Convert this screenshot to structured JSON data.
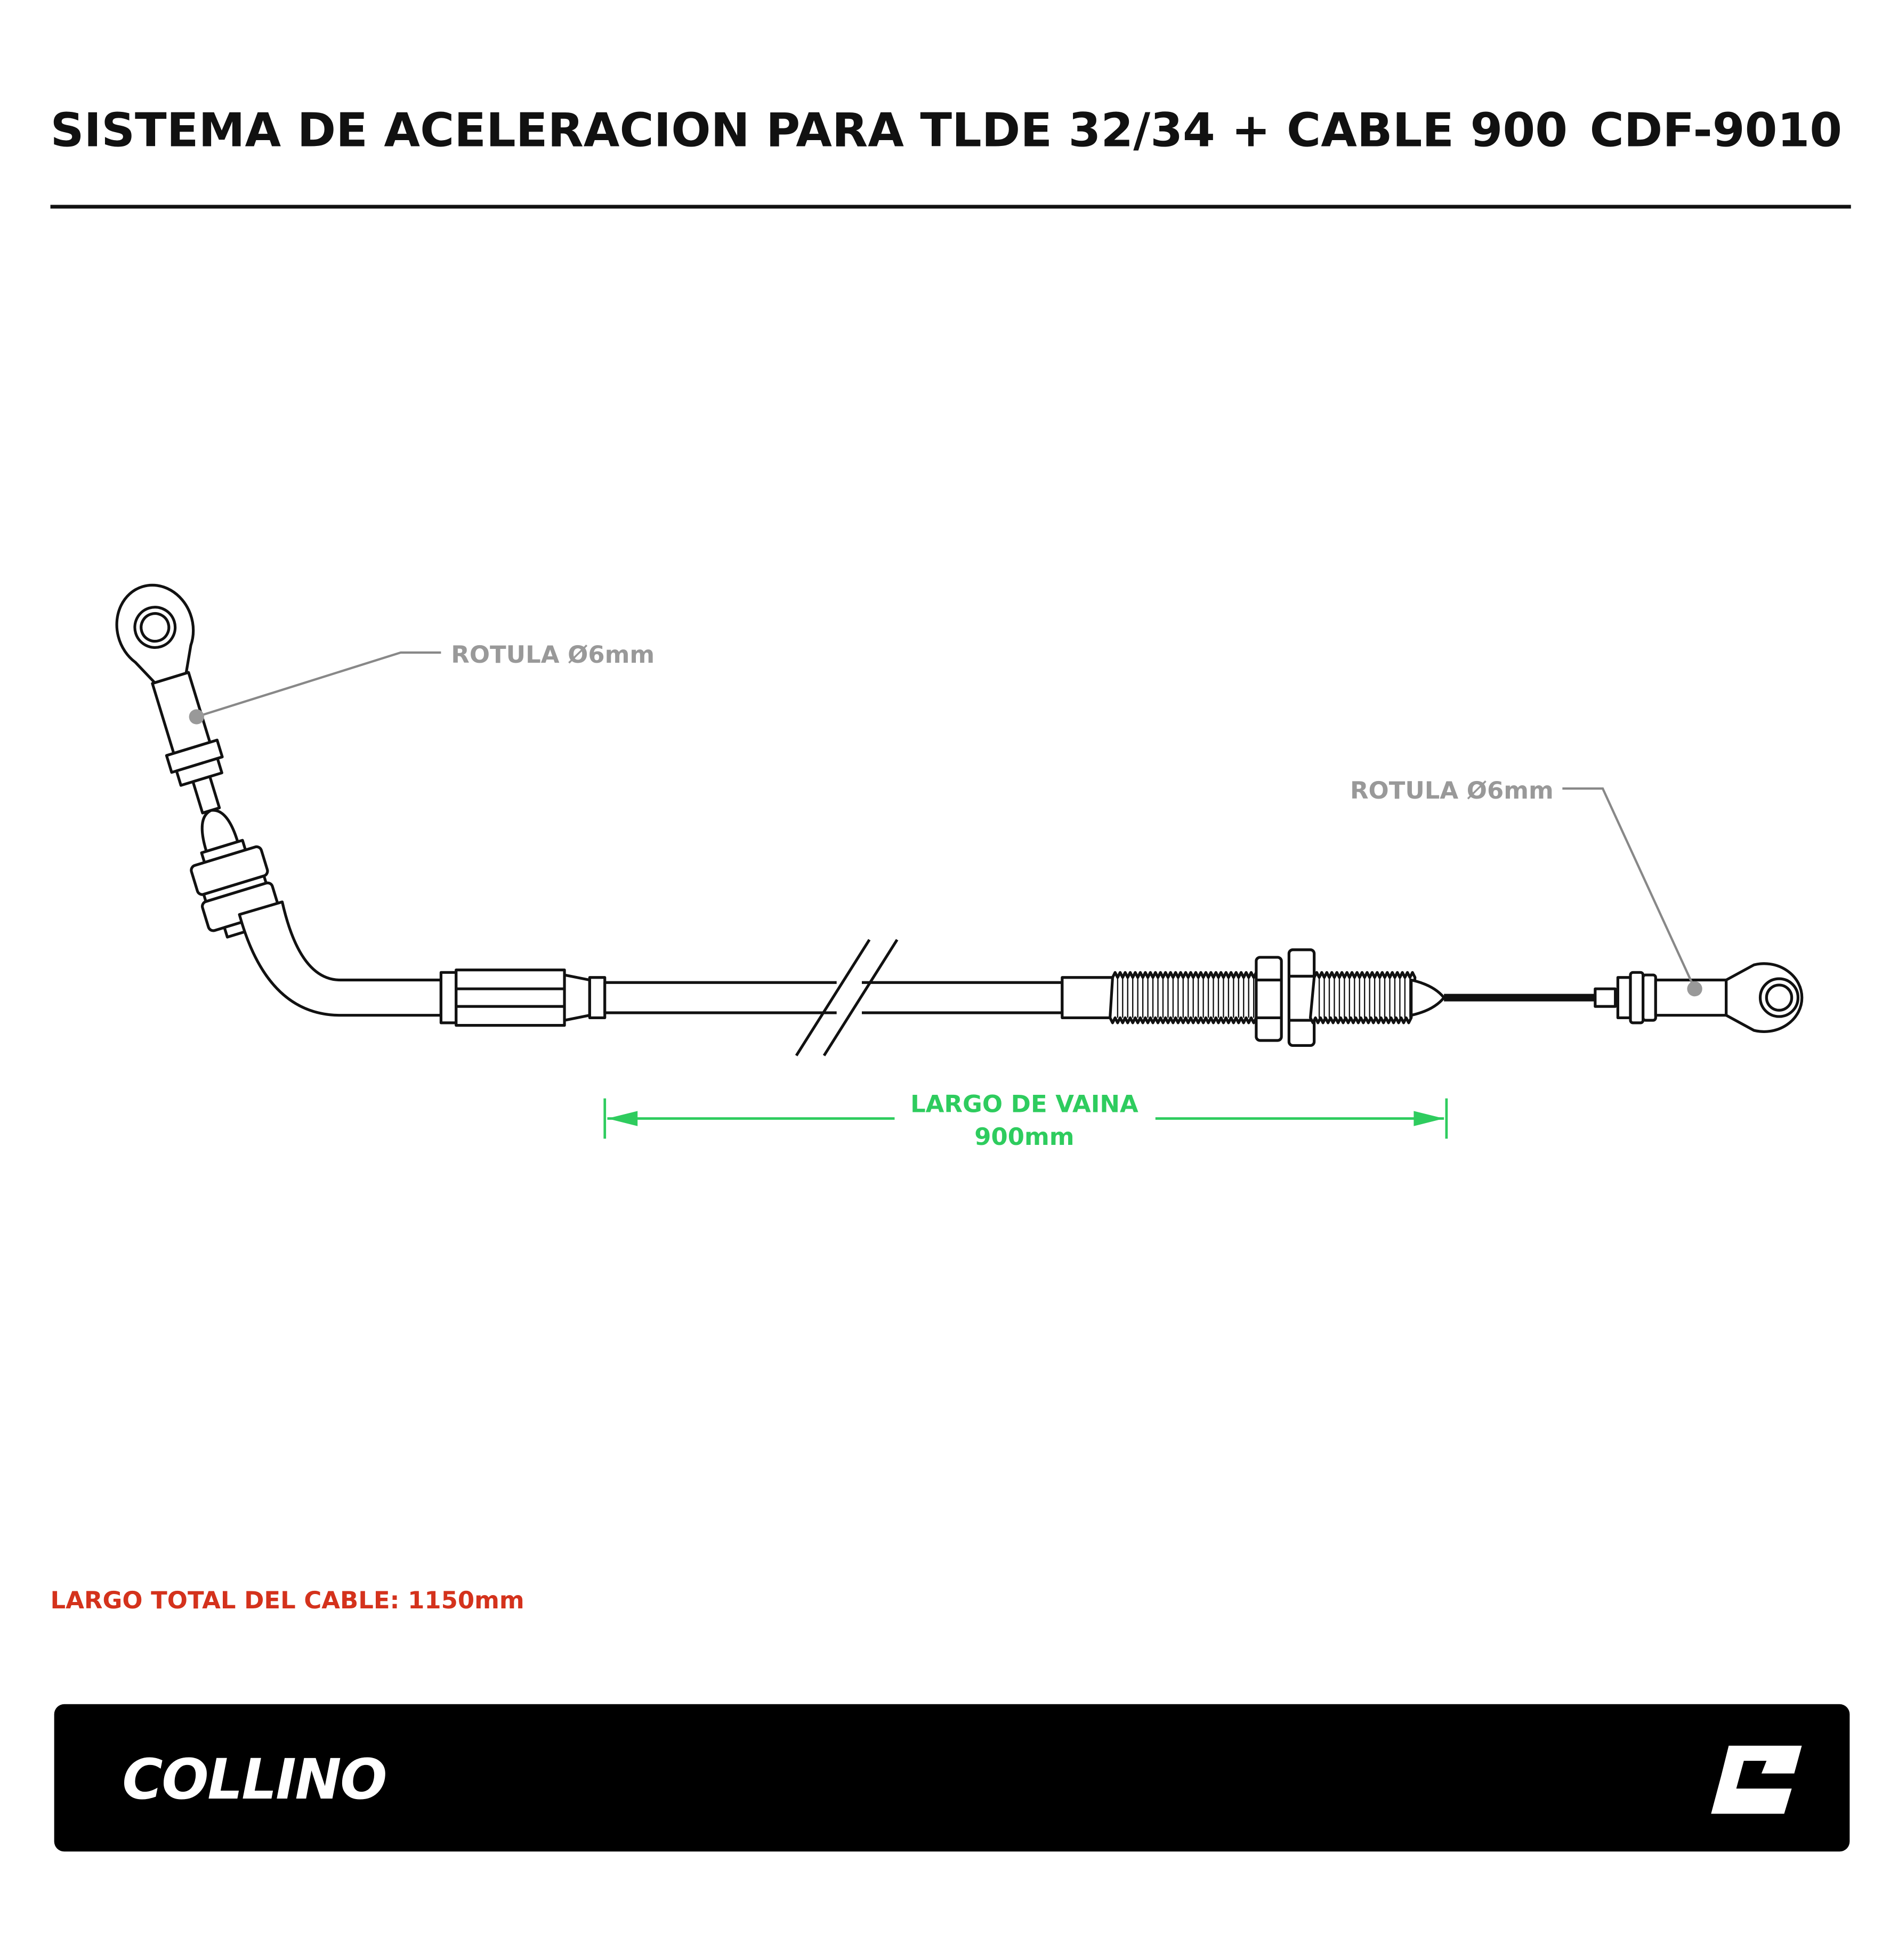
{
  "header": {
    "title": "SISTEMA DE ACELERACION PARA TLDE 32/34 + CABLE 900",
    "code": "CDF-9010"
  },
  "diagram": {
    "label_left": "ROTULA Ø6mm",
    "label_right": "ROTULA Ø6mm",
    "dimension_label": "LARGO DE VAINA",
    "dimension_value": "900mm",
    "colors": {
      "dimension": "#2ecc5e",
      "label": "#999999",
      "note": "#d4321c"
    }
  },
  "note": "LARGO TOTAL DEL CABLE: 1150mm",
  "footer": {
    "brand": "COLLINO",
    "brand_mark": "C"
  }
}
